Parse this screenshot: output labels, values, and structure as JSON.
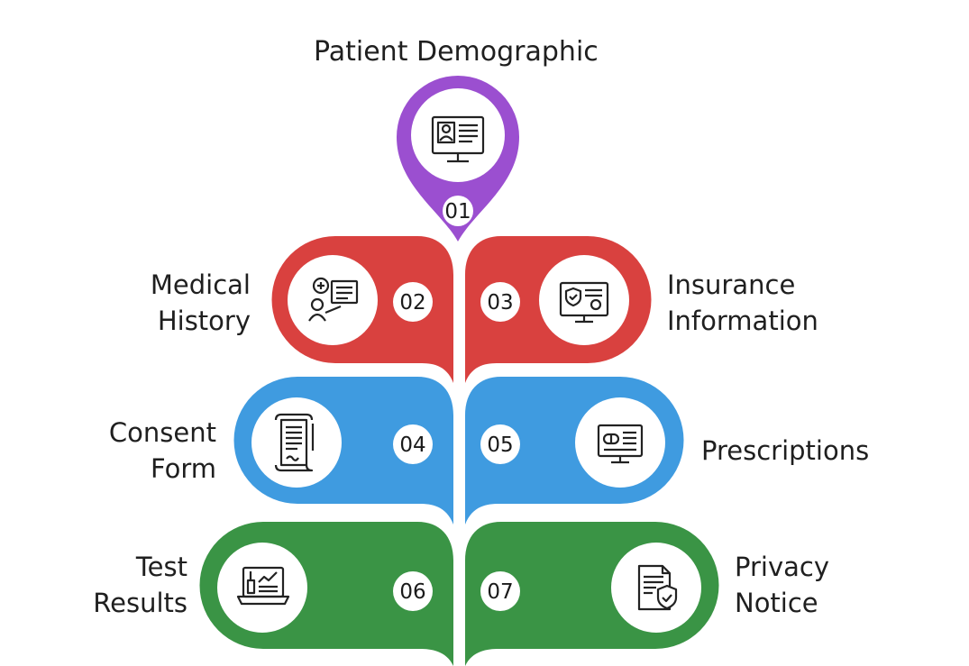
{
  "title": "Patient Demographic",
  "top_item": {
    "number": "01",
    "color": "#9B4FD0",
    "icon": "patient-profile-monitor-icon"
  },
  "items": [
    {
      "number": "02",
      "line1": "Medical",
      "line2": "History",
      "color": "#D9413F",
      "icon": "medical-history-presentation-icon"
    },
    {
      "number": "03",
      "line1": "Insurance",
      "line2": "Information",
      "color": "#D9413F",
      "icon": "insurance-monitor-icon"
    },
    {
      "number": "04",
      "line1": "Consent",
      "line2": "Form",
      "color": "#3F9BE0",
      "icon": "consent-scroll-icon"
    },
    {
      "number": "05",
      "line1": "Prescriptions",
      "line2": "",
      "color": "#3F9BE0",
      "icon": "prescription-monitor-icon"
    },
    {
      "number": "06",
      "line1": "Test",
      "line2": "Results",
      "color": "#3A9445",
      "icon": "test-results-laptop-icon"
    },
    {
      "number": "07",
      "line1": "Privacy",
      "line2": "Notice",
      "color": "#3A9445",
      "icon": "privacy-shield-document-icon"
    }
  ]
}
